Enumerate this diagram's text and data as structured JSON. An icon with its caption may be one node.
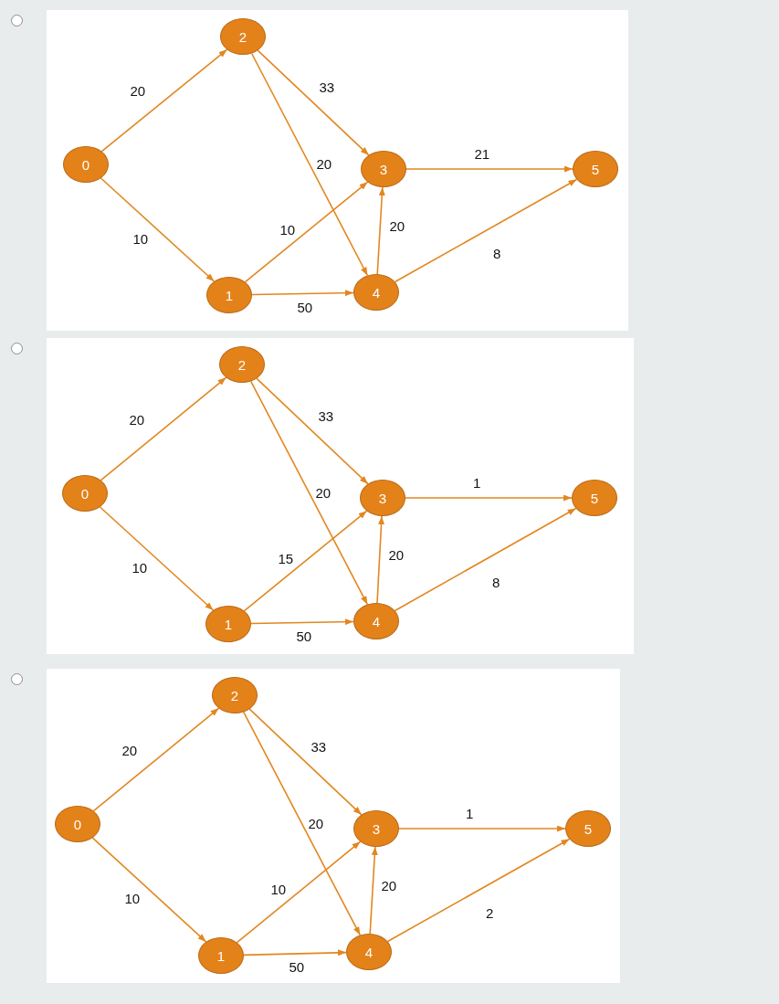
{
  "diagram": {
    "nodes": [
      {
        "text": [],
        "shape": "box"
      },
      {
        "text": [
          "0"
        ],
        "in": 0
      },
      {
        "text": [
          "1"
        ],
        "in": 0
      },
      {
        "text": [
          "2"
        ],
        "in": 0
      },
      {
        "text": [
          "3"
        ],
        "in": 0
      },
      {
        "text": [
          "4"
        ],
        "in": 0
      },
      {
        "text": [
          "5"
        ],
        "in": 0
      },
      {
        "text": [],
        "shape": "box"
      },
      {
        "text": [
          "0"
        ],
        "in": 7
      },
      {
        "text": [
          "1"
        ],
        "in": 7
      },
      {
        "text": [
          "2"
        ],
        "in": 7
      },
      {
        "text": [
          "3"
        ],
        "in": 7
      },
      {
        "text": [
          "4"
        ],
        "in": 7
      },
      {
        "text": [
          "5"
        ],
        "in": 7
      },
      {
        "text": [],
        "shape": "box"
      },
      {
        "text": [
          "0"
        ],
        "in": 14
      },
      {
        "text": [
          "1"
        ],
        "in": 14
      },
      {
        "text": [
          "2"
        ],
        "in": 14
      },
      {
        "text": [
          "3"
        ],
        "in": 14
      },
      {
        "text": [
          "4"
        ],
        "in": 14
      },
      {
        "text": [
          "5"
        ],
        "in": 14
      }
    ],
    "edges": [
      {
        "from": 1,
        "to": 3,
        "arrow": "to",
        "label": "20"
      },
      {
        "from": 1,
        "to": 2,
        "arrow": "to",
        "label": "10"
      },
      {
        "from": 3,
        "to": 4,
        "arrow": "to",
        "label": "33"
      },
      {
        "from": 3,
        "to": 5,
        "arrow": "to",
        "label": "20"
      },
      {
        "from": 2,
        "to": 4,
        "arrow": "to",
        "label": "10"
      },
      {
        "from": 2,
        "to": 5,
        "arrow": "to",
        "label": "50"
      },
      {
        "from": 5,
        "to": 4,
        "arrow": "to",
        "label": "20"
      },
      {
        "from": 4,
        "to": 6,
        "arrow": "to",
        "label": "21"
      },
      {
        "from": 5,
        "to": 6,
        "arrow": "to",
        "label": "8"
      },
      {
        "from": 8,
        "to": 10,
        "arrow": "to",
        "label": "20"
      },
      {
        "from": 8,
        "to": 9,
        "arrow": "to",
        "label": "10"
      },
      {
        "from": 10,
        "to": 11,
        "arrow": "to",
        "label": "33"
      },
      {
        "from": 10,
        "to": 12,
        "arrow": "to",
        "label": "20"
      },
      {
        "from": 9,
        "to": 11,
        "arrow": "to",
        "label": "15"
      },
      {
        "from": 9,
        "to": 12,
        "arrow": "to",
        "label": "50"
      },
      {
        "from": 12,
        "to": 11,
        "arrow": "to",
        "label": "20"
      },
      {
        "from": 11,
        "to": 13,
        "arrow": "to",
        "label": "1"
      },
      {
        "from": 12,
        "to": 13,
        "arrow": "to",
        "label": "8"
      },
      {
        "from": 15,
        "to": 17,
        "arrow": "to",
        "label": "20"
      },
      {
        "from": 15,
        "to": 16,
        "arrow": "to",
        "label": "10"
      },
      {
        "from": 17,
        "to": 18,
        "arrow": "to",
        "label": "33"
      },
      {
        "from": 17,
        "to": 19,
        "arrow": "to",
        "label": "20"
      },
      {
        "from": 16,
        "to": 18,
        "arrow": "to",
        "label": "10"
      },
      {
        "from": 16,
        "to": 19,
        "arrow": "to",
        "label": "50"
      },
      {
        "from": 19,
        "to": 18,
        "arrow": "to",
        "label": "20"
      },
      {
        "from": 18,
        "to": 20,
        "arrow": "to",
        "label": "1"
      },
      {
        "from": 19,
        "to": 20,
        "arrow": "to",
        "label": "2"
      }
    ]
  }
}
